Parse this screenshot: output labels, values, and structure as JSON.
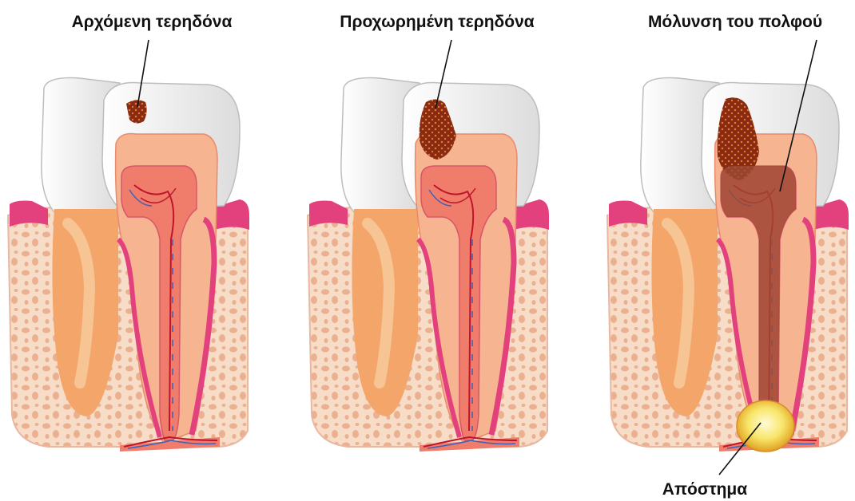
{
  "labels": {
    "early_caries": "Αρχόμενη τερηδόνα",
    "advanced_caries": "Προχωρημένη τερηδόνα",
    "pulp_infection": "Μόλυνση του πολφού",
    "abscess": "Απόστημα"
  },
  "colors": {
    "gum_pink": "#e2417e",
    "bone": "#f7dcc8",
    "bone_holes": "#e9a98a",
    "enamel": "#f2f2f2",
    "dentin": "#f7b490",
    "pulp": "#f07c6c",
    "caries": "#8a2a12",
    "infected_pulp": "#9b4a34",
    "abscess": "#f6e35a",
    "root_back": "#f4a66a"
  }
}
